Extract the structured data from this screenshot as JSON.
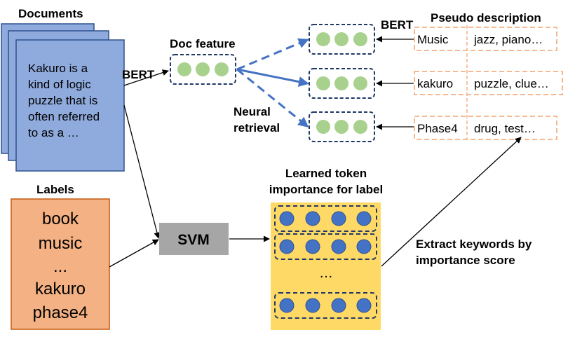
{
  "documents": {
    "title": "Documents",
    "text_lines": [
      "Kakuro is a",
      "kind of logic",
      "puzzle that is",
      "often referred",
      "to as a …"
    ]
  },
  "labels": {
    "title": "Labels",
    "items": [
      "book",
      "music",
      "...",
      "kakuro",
      "phase4"
    ]
  },
  "edge_labels": {
    "bert_docs": "BERT",
    "bert_desc": "BERT",
    "neural_retrieval_line1": "Neural",
    "neural_retrieval_line2": "retrieval"
  },
  "doc_feature": {
    "title": "Doc feature"
  },
  "svm": {
    "label": "SVM"
  },
  "token_importance": {
    "title_line1": "Learned token",
    "title_line2": "importance for label",
    "ellipsis": "…"
  },
  "pseudo_description": {
    "title": "Pseudo description",
    "rows": [
      {
        "label": "Music",
        "keywords": "jazz, piano…"
      },
      {
        "label": "kakuro",
        "keywords": "puzzle, clue…"
      },
      {
        "label": "Phase4",
        "keywords": "drug, test…"
      }
    ]
  },
  "extract": {
    "line1": "Extract keywords by",
    "line2": "importance score"
  },
  "colors": {
    "doc_fill": "#8faadc",
    "doc_stroke": "#2f528f",
    "label_fill": "#f4b183",
    "label_stroke": "#c55a11",
    "svm_fill": "#a6a6a6",
    "token_panel_fill": "#ffd966",
    "green_dot": "#a9d18e",
    "blue_dot": "#4472c4",
    "dashed_box": "#203864",
    "desc_dash": "#f4b183",
    "retrieval_arrow": "#4472c4"
  }
}
